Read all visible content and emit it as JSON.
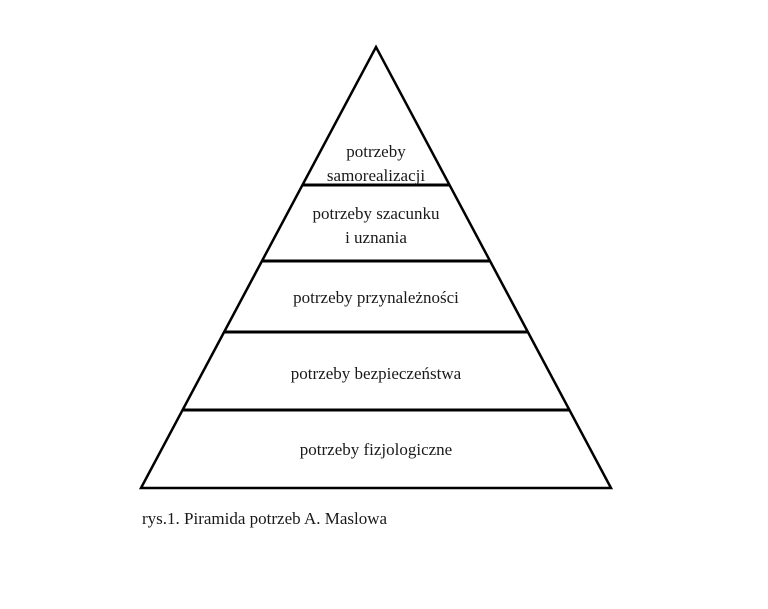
{
  "diagram": {
    "levels": [
      {
        "id": "self-actualization",
        "lines": [
          "potrzeby",
          "samorealizacji"
        ]
      },
      {
        "id": "esteem",
        "lines": [
          "potrzeby szacunku",
          "i uznania"
        ]
      },
      {
        "id": "belonging",
        "lines": [
          "potrzeby przynależności"
        ]
      },
      {
        "id": "safety",
        "lines": [
          "potrzeby bezpieczeństwa"
        ]
      },
      {
        "id": "physiological",
        "lines": [
          "potrzeby fizjologiczne"
        ]
      }
    ],
    "stroke_color": "#000000",
    "text_color": "#1a1a1a"
  },
  "caption": "rys.1. Piramida potrzeb A. Maslowa"
}
